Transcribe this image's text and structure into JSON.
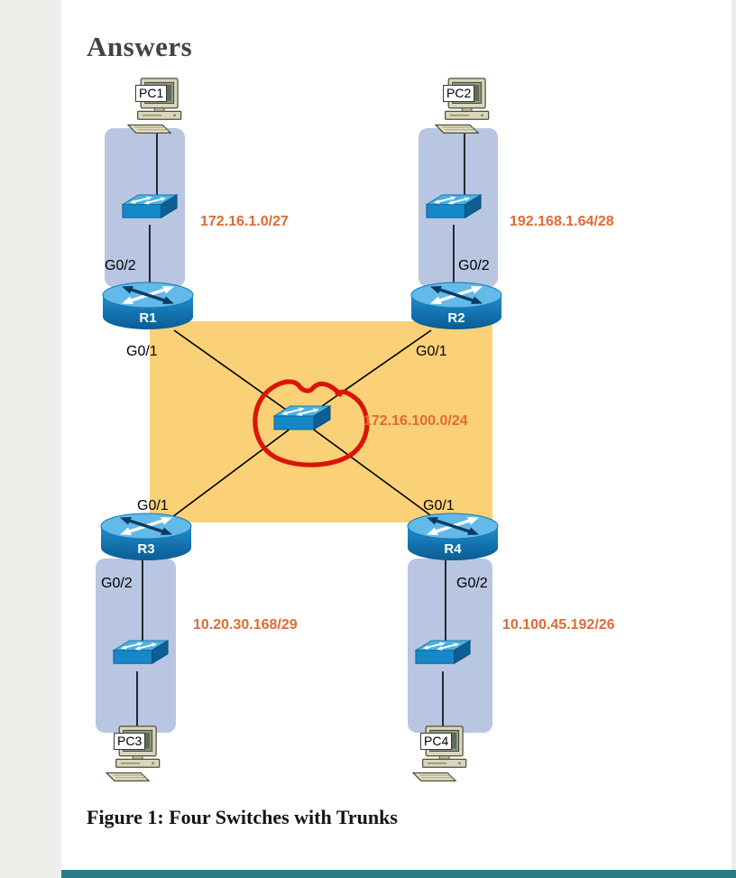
{
  "page": {
    "heading": "Answers",
    "caption": "Figure 1: Four Switches with Trunks"
  },
  "diagram": {
    "devices": {
      "pc1": "PC1",
      "pc2": "PC2",
      "pc3": "PC3",
      "pc4": "PC4"
    },
    "routers": {
      "r1": "R1",
      "r2": "R2",
      "r3": "R3",
      "r4": "R4"
    },
    "ports": {
      "g01": "G0/1",
      "g02": "G0/2"
    },
    "subnets": {
      "top_left": "172.16.1.0/27",
      "top_right": "192.168.1.64/28",
      "center": "172.16.100.0/24",
      "bottom_left": "10.20.30.168/29",
      "bottom_right": "10.100.45.192/26"
    },
    "icons": {
      "pc": "pc-icon",
      "switch": "switch-icon",
      "router": "router-icon",
      "annotation": "red-circle-annotation"
    }
  },
  "colors": {
    "subnet_orange": "#e06a33",
    "band_blue": "#b9c6e2",
    "core_yellow": "#fbd177",
    "annotation_red": "#dc1405",
    "footer_teal": "#2a7a88"
  }
}
